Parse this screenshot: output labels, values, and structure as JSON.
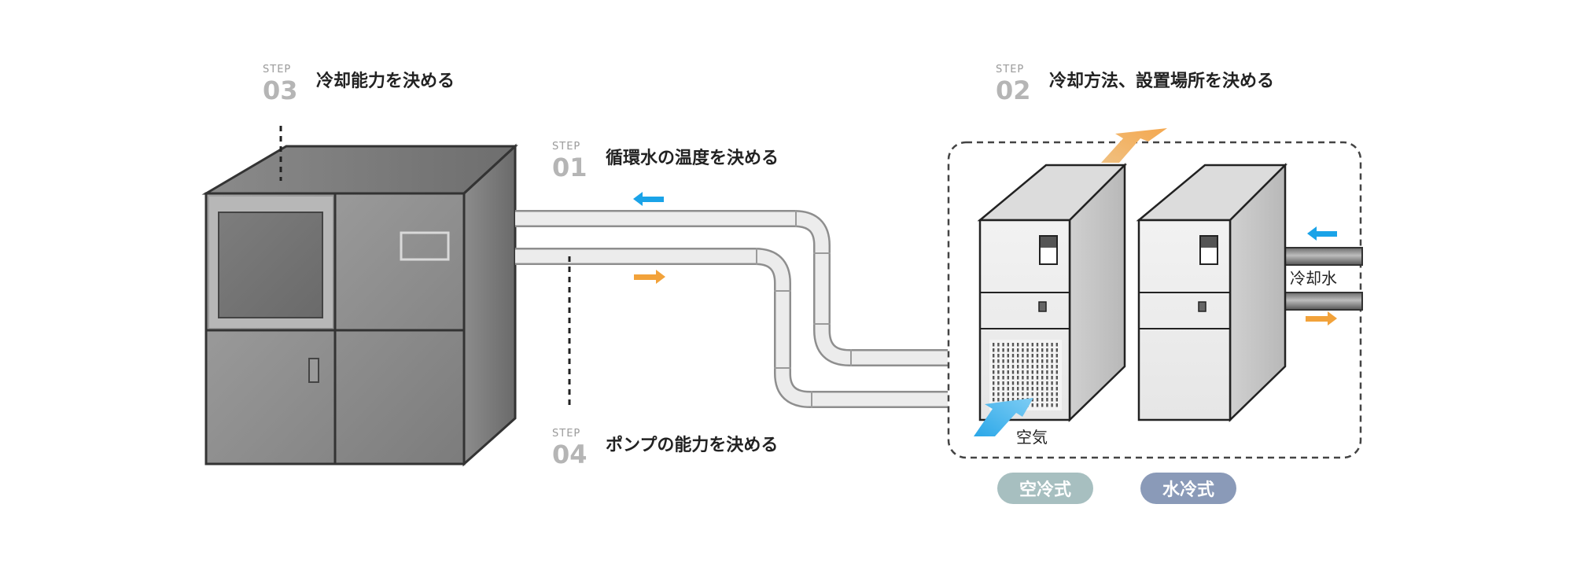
{
  "steps": [
    {
      "word": "STEP",
      "num": "01",
      "title": "循環水の温度を決める"
    },
    {
      "word": "STEP",
      "num": "02",
      "title": "冷却方法、設置場所を決める"
    },
    {
      "word": "STEP",
      "num": "03",
      "title": "冷却能力を決める"
    },
    {
      "word": "STEP",
      "num": "04",
      "title": "ポンプの能力を決める"
    }
  ],
  "labels": {
    "air": "空気",
    "cooling_water": "冷却水",
    "air_cooled": "空冷式",
    "water_cooled": "水冷式"
  },
  "colors": {
    "arrow_blue": "#1aa3e8",
    "arrow_orange": "#f2a23a",
    "badge_air": "#a7bfc0",
    "badge_water": "#8a9ab8"
  }
}
